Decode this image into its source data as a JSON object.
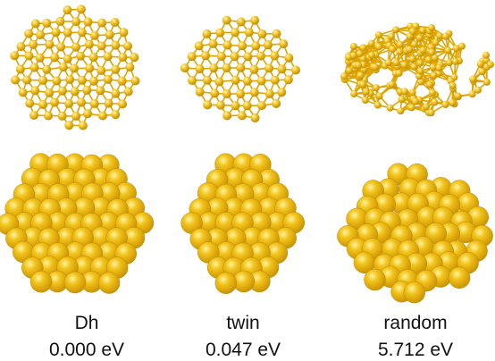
{
  "colors": {
    "background": "#ffffff",
    "atom_fill": "#f2c41c",
    "atom_shadow": "#c78e00",
    "atom_highlight": "#fff3a0",
    "bond": "#e0a400",
    "text": "#111111"
  },
  "panels": [
    {
      "name": "Dh",
      "energy": "0.000 eV",
      "structure": "dh-cluster"
    },
    {
      "name": "twin",
      "energy": "0.047 eV",
      "structure": "twin-cluster"
    },
    {
      "name": "random",
      "energy": "5.712 eV",
      "structure": "random-cluster"
    }
  ]
}
